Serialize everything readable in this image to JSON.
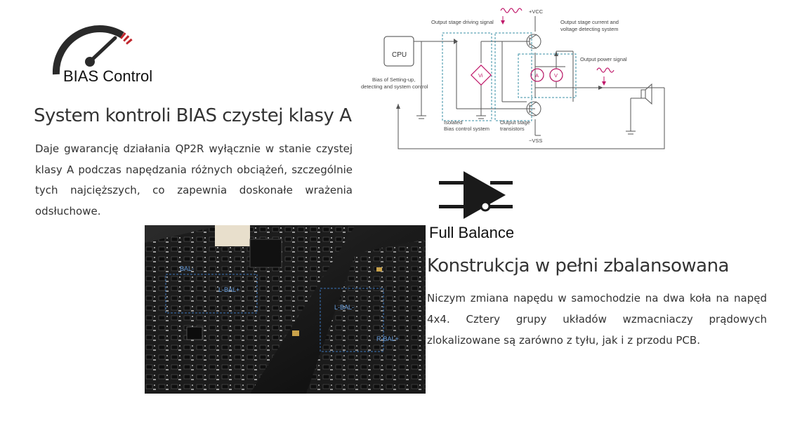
{
  "bias": {
    "logo_text": "BIAS Control",
    "title": "System kontroli BIAS czystej klasy A",
    "body": "Daje gwarancję działania QP2R wyłącznie w stanie czystej klasy A podczas napędzania różnych obciążeń, szczególnie tych najcięższych, co zapewnia doskonałe wrażenia odsłuchowe."
  },
  "diagram": {
    "cpu": "CPU",
    "bias_label_1": "Bias of Setting-up,",
    "bias_label_2": "detecting and system control",
    "driving_signal": "Output stage driving signal",
    "vcc": "+VCC",
    "vss": "−VSS",
    "detect_1": "Output stage current and",
    "detect_2": "voltage detecting system",
    "power_signal": "Output power signal",
    "vi": "Vi",
    "amp_a": "A",
    "amp_v": "V",
    "isolated_1": "Isolated",
    "isolated_2": "Bias control system",
    "output_stage_1": "Output stage",
    "output_stage_2": "transistors",
    "colors": {
      "accent": "#c0186a",
      "dashed": "#3a8fa5",
      "line": "#555555"
    }
  },
  "full_balance": {
    "label": "Full Balance",
    "title": "Konstrukcja w pełni zbalansowana",
    "body": "Niczym zmiana napędu w samochodzie na dwa koła na napęd 4x4. Cztery grupy układów wzmacniaczy prądowych zlokalizowane są zarówno z tyłu, jak i z przodu PCB."
  },
  "pcb": {
    "labels": [
      "BAL-",
      "L-BAL+",
      "L-BAL-",
      "R-BAL+"
    ]
  }
}
